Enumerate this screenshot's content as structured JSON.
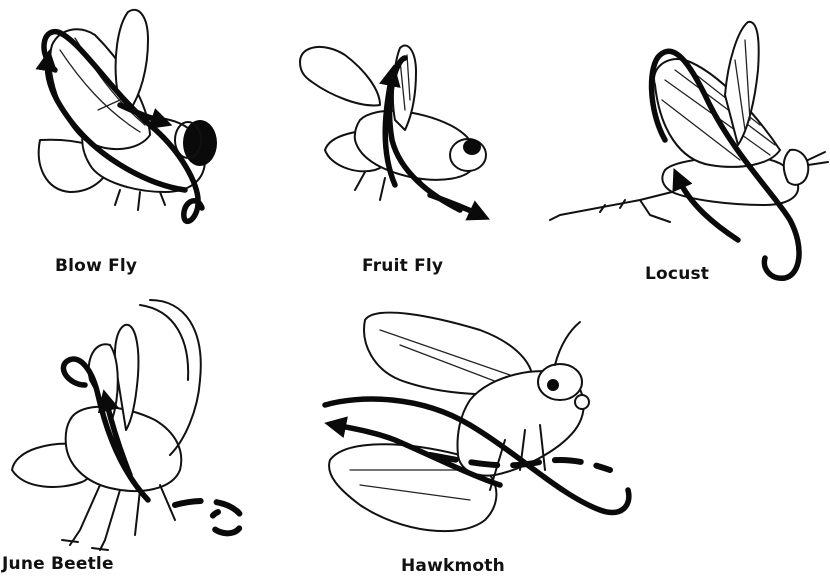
{
  "panels": [
    {
      "id": "blowfly",
      "label": "Blow Fly"
    },
    {
      "id": "fruitfly",
      "label": "Fruit Fly"
    },
    {
      "id": "locust",
      "label": "Locust"
    },
    {
      "id": "junebeetle",
      "label": "June Beetle"
    },
    {
      "id": "hawkmoth",
      "label": "Hawkmoth"
    }
  ],
  "colors": {
    "ink": "#111111",
    "background": "#ffffff"
  }
}
